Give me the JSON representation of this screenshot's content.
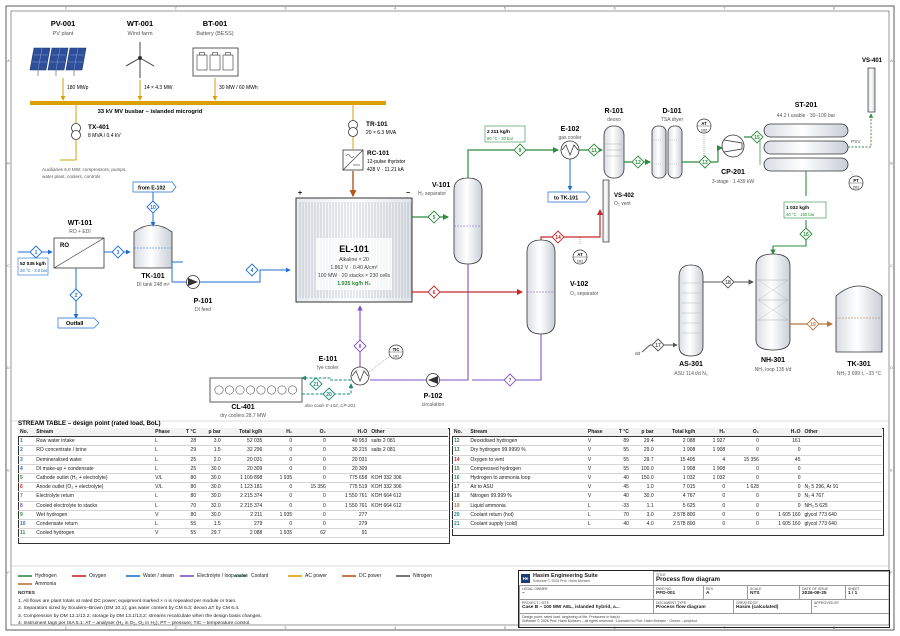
{
  "equipment": {
    "pv": {
      "tag": "PV-001",
      "name": "PV plant",
      "rating": "180 MWp"
    },
    "wt": {
      "tag": "WT-001",
      "name": "Wind farm",
      "rating": "14 × 4.3 MW"
    },
    "bt": {
      "tag": "BT-001",
      "name": "Battery (BESS)",
      "rating": "30 MW / 60 MWh"
    },
    "busbar": "33 kV MV busbar – islanded microgrid",
    "tx401": {
      "tag": "TX-401",
      "rating": "8 MVA / 0.4 kV",
      "aux": [
        "Auxiliaries 6.0 MW: compressors, pumps,",
        "water plant, coolers, controls"
      ]
    },
    "tr101": {
      "tag": "TR-101",
      "rating": "20 × 6.3 MVA"
    },
    "rc101": {
      "tag": "RC-101",
      "desc": "12-pulse thyristor",
      "rating": "428 V · 11.21 kA"
    },
    "wt101": {
      "tag": "WT-101",
      "desc": "RO + EDI",
      "inner": "RO"
    },
    "tk101": {
      "tag": "TK-101",
      "desc": "DI tank 248 m³"
    },
    "p101": {
      "tag": "P-101",
      "desc": "DI feed"
    },
    "el101": {
      "tag": "EL-101",
      "l1": "Alkaline × 20",
      "l2": "1.862 V · 0.40 A/cm²",
      "l3": "100 MW · 20 stacks × 230 cells",
      "l4": "1.935 kg/h H₂",
      "plus": "+",
      "minus": "−"
    },
    "v101": {
      "tag": "V-101",
      "desc": "H₂ separator"
    },
    "v102": {
      "tag": "V-102",
      "desc": "O₂ separator"
    },
    "e101": {
      "tag": "E-101",
      "desc": "lye cooler"
    },
    "cl401": {
      "tag": "CL-401",
      "desc": "dry coolers 28.7 MW",
      "note": "also cools E-102, CP-201"
    },
    "p102": {
      "tag": "P-102",
      "desc": "circulation"
    },
    "e102": {
      "tag": "E-102",
      "desc": "gas cooler"
    },
    "r101": {
      "tag": "R-101",
      "desc": "deoxo"
    },
    "d101": {
      "tag": "D-101",
      "desc": "TSA dryer"
    },
    "cp201": {
      "tag": "CP-201",
      "desc": "3-stage · 1 439 kW"
    },
    "st201": {
      "tag": "ST-201",
      "desc": "44.2 t usable · 30–100 bar"
    },
    "vs401": {
      "tag": "VS-401"
    },
    "vs402": {
      "tag": "VS-402",
      "desc": "O₂ vent"
    },
    "as301": {
      "tag": "AS-301",
      "desc": "ASU 114 t/d N₂"
    },
    "nh301": {
      "tag": "NH-301",
      "desc": "NH₃ loop 135 t/d"
    },
    "tk301": {
      "tag": "TK-301",
      "desc": "NH₃ 3 699 t, −33 °C"
    }
  },
  "flags": {
    "feed": {
      "l1": "52 035 kg/h",
      "l2": "28 °C · 3.0 bar"
    },
    "gas": {
      "l1": "2 211 kg/h",
      "l2": "80 °C · 30 bar"
    },
    "storage": {
      "l1": "1 032 kg/h",
      "l2": "40 °C · 150 bar"
    },
    "from_e102": "from E-102",
    "to_tk101": "to TK-101",
    "outfall": "Outfall",
    "psv": "PSV",
    "air": "air"
  },
  "instruments": {
    "at1": {
      "a": "AT",
      "b": "101"
    },
    "at2": {
      "a": "AT",
      "b": "102"
    },
    "tic": {
      "a": "TIC",
      "b": "101"
    },
    "pt": {
      "a": "PT",
      "b": "201"
    }
  },
  "stream_table": {
    "title": "STREAM TABLE – design point (rated load, BoL)",
    "headers": [
      "No.",
      "Stream",
      "Phase",
      "T °C",
      "p bar",
      "Total kg/h",
      "H₂",
      "O₂",
      "H₂O",
      "Other"
    ],
    "rows_left": [
      [
        "1",
        "Raw water intake",
        "L",
        "28",
        "3.0",
        "52 035",
        "0",
        "0",
        "49 953",
        "salts 2 081"
      ],
      [
        "2",
        "RO concentrate / brine",
        "L",
        "29",
        "1.5",
        "32 296",
        "0",
        "0",
        "30 215",
        "salts 2 081"
      ],
      [
        "3",
        "Demineralised water",
        "L",
        "25",
        "2.0",
        "20 031",
        "0",
        "0",
        "20 031",
        ""
      ],
      [
        "4",
        "DI make-up + condensate",
        "L",
        "25",
        "30.0",
        "20 309",
        "0",
        "0",
        "20 309",
        ""
      ],
      [
        "5",
        "Cathode outlet (H₂ + electrolyte)",
        "V/L",
        "80",
        "30.0",
        "1 109 898",
        "1 935",
        "0",
        "775 658",
        "KOH 332 306"
      ],
      [
        "6",
        "Anode outlet (O₂ + electrolyte)",
        "V/L",
        "80",
        "30.0",
        "1 123 181",
        "0",
        "15 356",
        "775 519",
        "KOH 332 306"
      ],
      [
        "7",
        "Electrolyte return",
        "L",
        "80",
        "30.0",
        "2 215 374",
        "0",
        "0",
        "1 550 761",
        "KOH 664 612"
      ],
      [
        "8",
        "Cooled electrolyte to stacks",
        "L",
        "70",
        "32.0",
        "2 215 374",
        "0",
        "0",
        "1 550 761",
        "KOH 664 612"
      ],
      [
        "9",
        "Wet hydrogen",
        "V",
        "80",
        "30.0",
        "2 211",
        "1 935",
        "0",
        "277",
        ""
      ],
      [
        "10",
        "Condensate return",
        "L",
        "55",
        "1.5",
        "279",
        "0",
        "0",
        "279",
        ""
      ],
      [
        "11",
        "Cooled hydrogen",
        "V",
        "55",
        "29.7",
        "2 088",
        "1 935",
        "62",
        "91",
        ""
      ]
    ],
    "rows_right": [
      [
        "12",
        "Deoxidised hydrogen",
        "V",
        "89",
        "29.4",
        "2 088",
        "1 927",
        "0",
        "161",
        ""
      ],
      [
        "13",
        "Dry hydrogen 99.9999 %",
        "V",
        "55",
        "29.0",
        "1 908",
        "1 908",
        "0",
        "0",
        ""
      ],
      [
        "14",
        "Oxygen to vent",
        "V",
        "55",
        "29.7",
        "15 405",
        "4",
        "15 356",
        "45",
        ""
      ],
      [
        "15",
        "Compressed hydrogen",
        "V",
        "55",
        "100.0",
        "1 908",
        "1 908",
        "0",
        "0",
        ""
      ],
      [
        "16",
        "Hydrogen to ammonia loop",
        "V",
        "40",
        "150.0",
        "1 032",
        "1 032",
        "0",
        "0",
        ""
      ],
      [
        "17",
        "Air to ASU",
        "V",
        "45",
        "1.0",
        "7 015",
        "0",
        "1 628",
        "0",
        "N₂ 5 296, Ar 91"
      ],
      [
        "18",
        "Nitrogen 99.999 %",
        "V",
        "40",
        "30.0",
        "4 767",
        "0",
        "0",
        "0",
        "N₂ 4 767"
      ],
      [
        "19",
        "Liquid ammonia",
        "L",
        "-33",
        "1.1",
        "5 625",
        "0",
        "0",
        "0",
        "NH₃ 5 625"
      ],
      [
        "20",
        "Coolant return (hot)",
        "L",
        "70",
        "3.0",
        "2 578 800",
        "0",
        "0",
        "1 605 160",
        "glycol 773 640"
      ],
      [
        "21",
        "Coolant supply (cold)",
        "L",
        "40",
        "4.0",
        "2 578 800",
        "0",
        "0",
        "1 605 160",
        "glycol 773 640"
      ]
    ]
  },
  "legend": [
    {
      "label": "Hydrogen",
      "color": "#2e8b3e",
      "dash": false
    },
    {
      "label": "Oxygen",
      "color": "#c62828",
      "dash": false
    },
    {
      "label": "Water / steam",
      "color": "#1f6fd1",
      "dash": false
    },
    {
      "label": "Electrolyte / loop water",
      "color": "#7b52c7",
      "dash": false
    },
    {
      "label": "Coolant",
      "color": "#1b8a7a",
      "dash": true
    },
    {
      "label": "AC power",
      "color": "#d9a000",
      "dash": false
    },
    {
      "label": "DC power",
      "color": "#b5561b",
      "dash": false
    },
    {
      "label": "Nitrogen",
      "color": "#555555",
      "dash": false
    },
    {
      "label": "Ammonia",
      "color": "#b5763a",
      "dash": false
    }
  ],
  "notes": {
    "title": "NOTES",
    "items": [
      "1. All flows are plant totals at rated DC power; equipment marked × n is repeated per module or train.",
      "2. Separators sized by Souders–Brown (DM 10.1); gas water content by CM 6.3; deoxo ΔT by CM 6.4.",
      "3. Compression by DM 12.1/12.2; storage by DM 13.1/13.2; streams recalculate when the design basis changes.",
      "4. Instrument tags per ISA 5.1: AT – analyser (H₂ in O₂, O₂ in H₂); PT – pressure; TIC – temperature control."
    ]
  },
  "title_block": {
    "company": "Hasim Engineering Suite",
    "company_sub": "Software © 2026 Prof. Haim Mohsen",
    "logo": "He",
    "title_label": "TITLE",
    "title": "Process flow diagram",
    "legal_owner_label": "LEGAL OWNER",
    "legal_owner": "–",
    "dwg_label": "DWG NO.",
    "dwg": "PFD-001",
    "rev_label": "REV.",
    "rev": "A",
    "scale_label": "SCALE",
    "scale": "NTS",
    "date_label": "DATE OF ISSUE",
    "date": "2026-09-25",
    "sheet_label": "SHEET",
    "sheet": "1 / 1",
    "project_label": "PROJECT / SITE",
    "project": "Case B – 100 MW AEL, islanded hybrid, a...",
    "doctype_label": "DOCUMENT TYPE",
    "doctype": "Process flow diagram",
    "created_label": "CREATED BY",
    "created": "Hasim (calculated)",
    "approved_label": "APPROVED BY",
    "approved": "–",
    "fine1": "Design point: rated load, beginning of life. Pressures in bar(a).",
    "fine2": "Software © 2026 Prof. Haim Mohsen – all rights reserved · Licensed to Prof. Haim Mohsen · Owner: –projekut"
  },
  "grid": {
    "cols": [
      "1",
      "2",
      "3",
      "4",
      "5",
      "6",
      "7",
      "8"
    ],
    "rows": [
      "A",
      "B",
      "C",
      "D",
      "E",
      "F"
    ]
  }
}
